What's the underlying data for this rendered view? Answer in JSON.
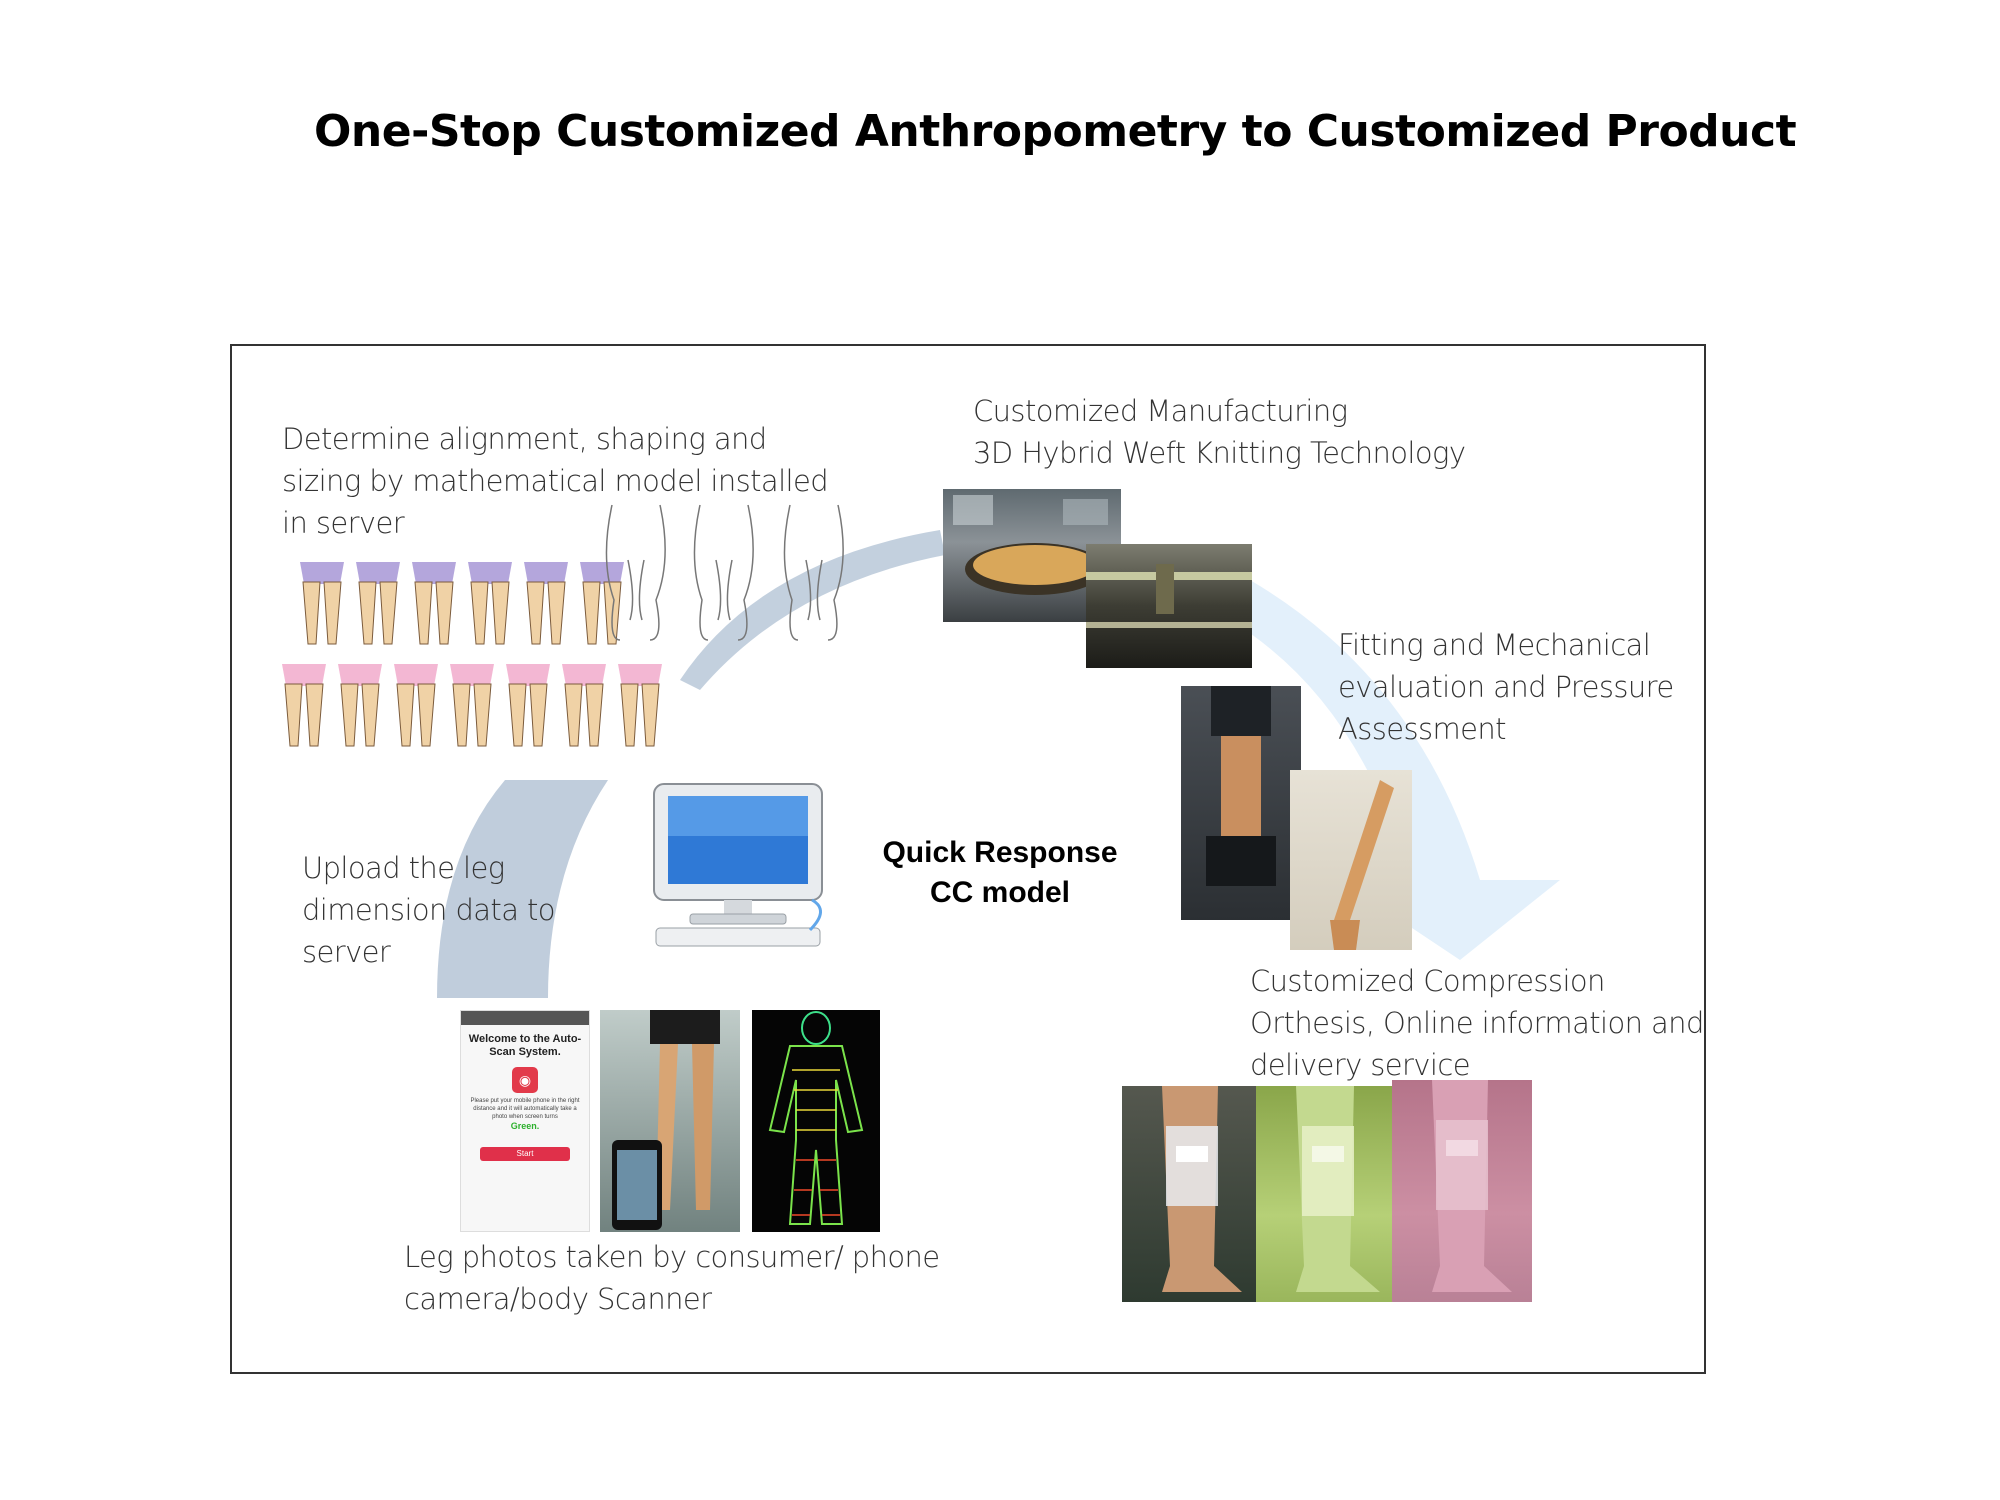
{
  "title": "One-Stop Customized Anthropometry to Customized Product",
  "center_label": [
    "Quick Response",
    "CC model"
  ],
  "steps": {
    "alignment": [
      "Determine alignment, shaping and",
      "sizing by mathematical model installed",
      "in server"
    ],
    "manufacturing": [
      "Customized Manufacturing",
      "3D Hybrid Weft Knitting Technology"
    ],
    "fitting": [
      "Fitting and Mechanical",
      "evaluation and Pressure",
      "Assessment"
    ],
    "upload": [
      "Upload the leg",
      "dimension data to",
      "server"
    ],
    "photos": [
      "Leg photos taken by consumer/ phone",
      "camera/body Scanner"
    ],
    "product": [
      "Customized Compression",
      "Orthesis, Online information and",
      "delivery service"
    ]
  },
  "phone_app": {
    "welcome": "Welcome to the Auto-Scan System.",
    "instruction": "Please put your mobile phone in the right distance and it will automatically take a photo when screen turns",
    "green_word": "Green.",
    "start_button": "Start"
  },
  "colors": {
    "arrow_grey": "#b9c8d8",
    "arrow_light": "#e3f0fb",
    "underwear_purple": "#b4a6dc",
    "underwear_pink": "#f3b7d3",
    "skin": "#f0d2a6"
  }
}
